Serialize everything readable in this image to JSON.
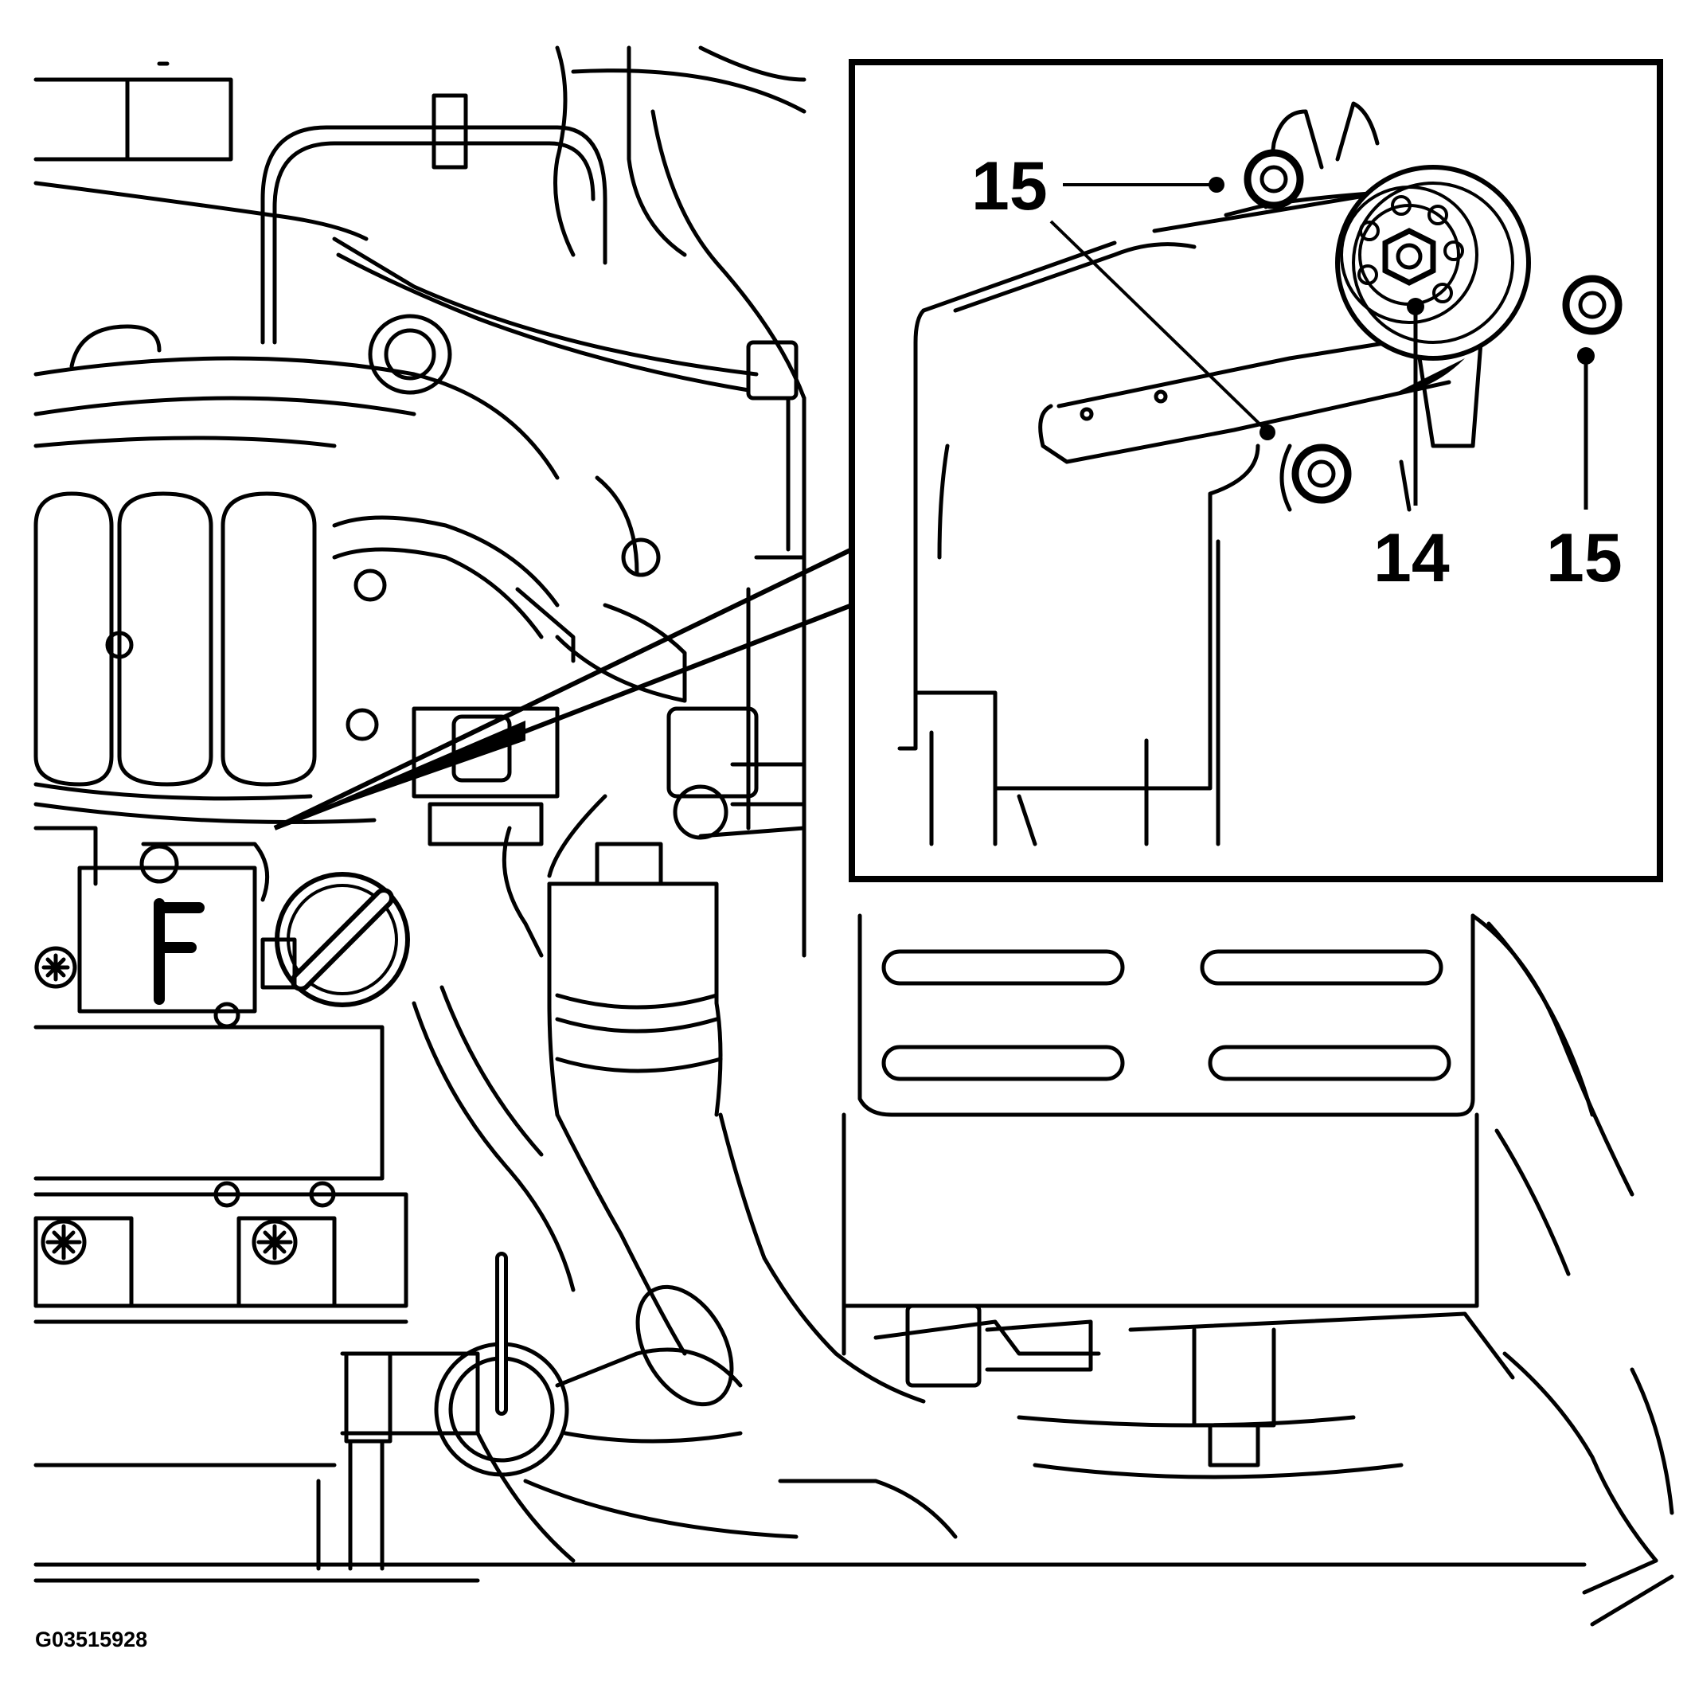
{
  "figure_id": "G03515928",
  "callouts": {
    "bolt_upper_left": "15",
    "mount_center": "14",
    "bolt_right": "15"
  },
  "icons": {
    "fill_cap": "oil-filler-cap-icon",
    "mount": "engine-mount-icon",
    "bolt": "hex-bolt-icon",
    "torx": "torx-screw-icon"
  },
  "colors": {
    "ink": "#000000",
    "paper": "#ffffff"
  }
}
